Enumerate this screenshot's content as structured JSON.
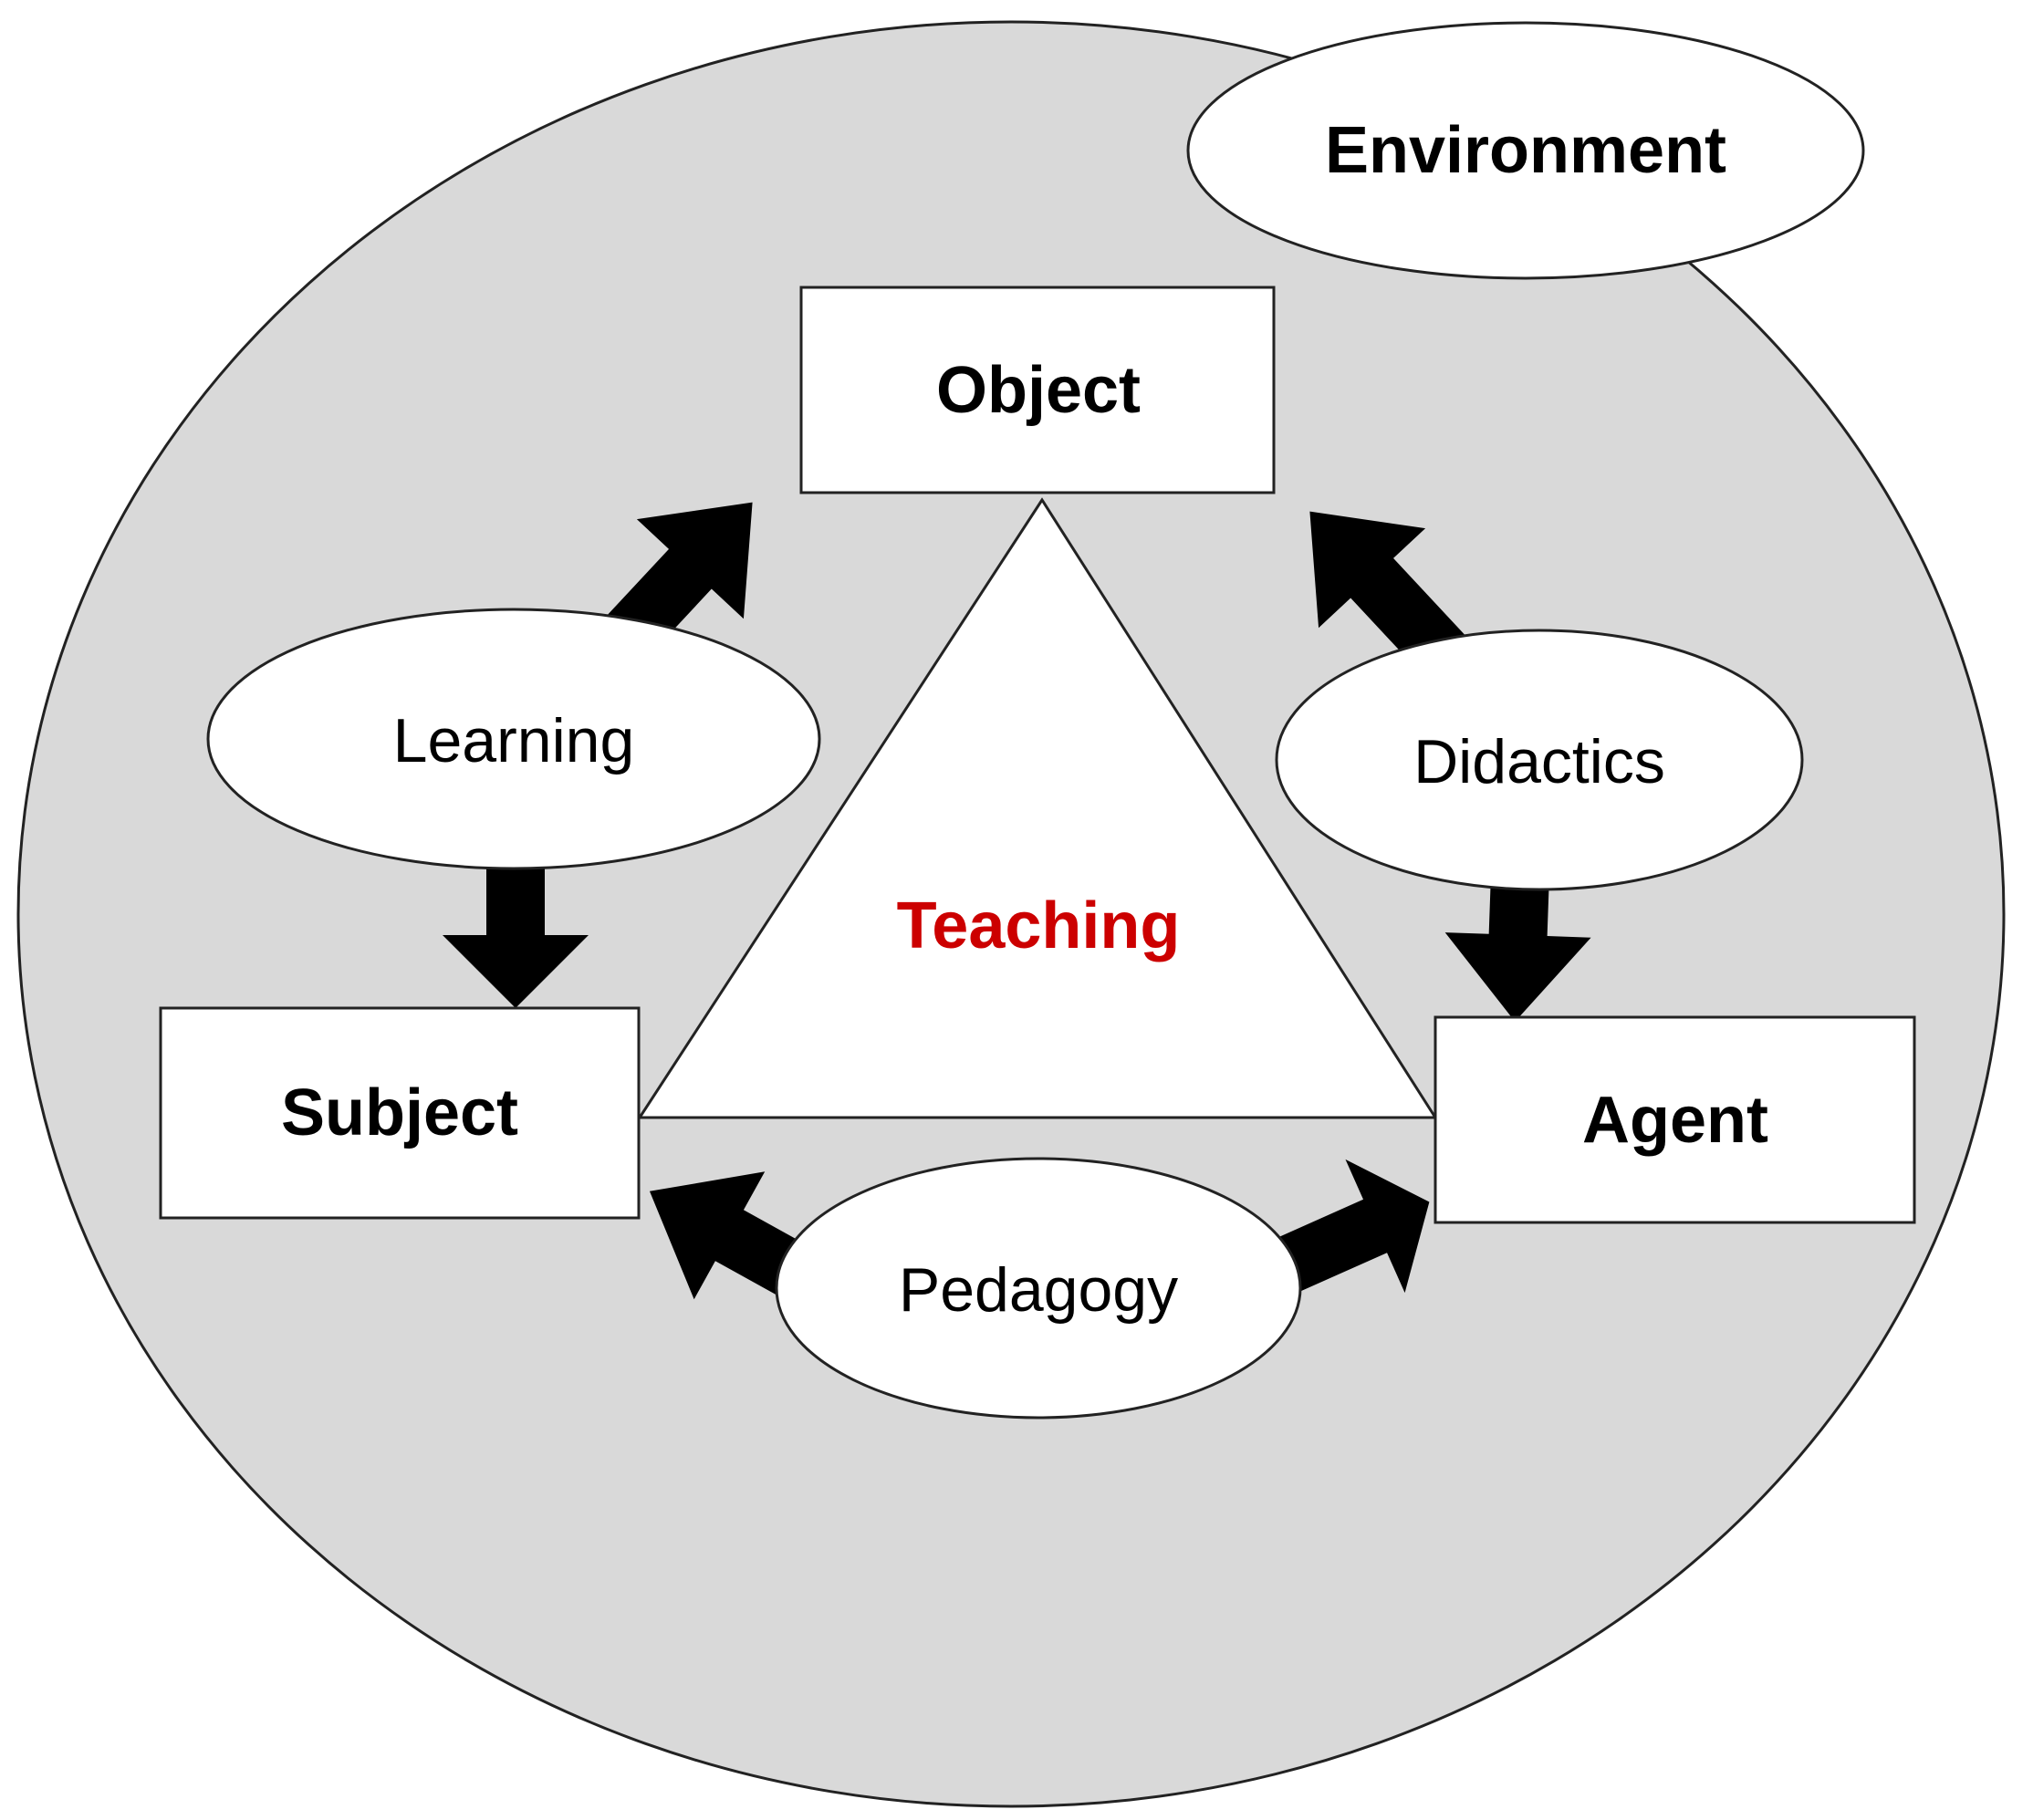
{
  "colors": {
    "background_circle": "#d9d9d9",
    "shape_fill": "#ffffff",
    "outline": "#222222",
    "arrow": "#000000",
    "text": "#000000",
    "center_text": "#cc0000"
  },
  "environment": {
    "label": "Environment"
  },
  "center": {
    "label": "Teaching"
  },
  "nodes": {
    "object": {
      "label": "Object"
    },
    "subject": {
      "label": "Subject"
    },
    "agent": {
      "label": "Agent"
    }
  },
  "relations": {
    "learning": {
      "label": "Learning",
      "connects": [
        "Object",
        "Subject"
      ]
    },
    "didactics": {
      "label": "Didactics",
      "connects": [
        "Object",
        "Agent"
      ]
    },
    "pedagogy": {
      "label": "Pedagogy",
      "connects": [
        "Subject",
        "Agent"
      ]
    }
  }
}
